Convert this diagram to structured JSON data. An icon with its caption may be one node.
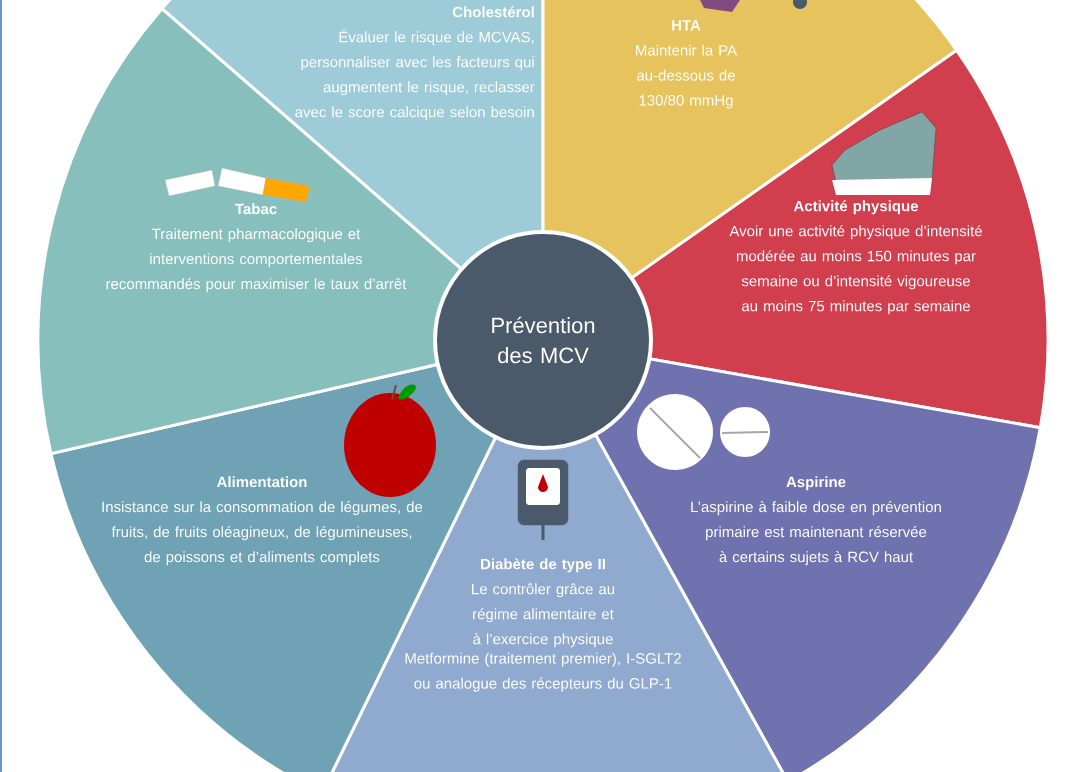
{
  "diagram": {
    "nodes": [
      {
        "text": [
          "Prévention des MCV"
        ]
      },
      {
        "text": [
          "Cholestérol",
          "Évaluer le risque de MCVAS, personnaliser avec les facteurs qui augmentent le risque, reclasser avec le score calcique selon besoin"
        ]
      },
      {
        "text": [
          "HTA",
          "Maintenir la PA au-dessous de 130/80 mmHg"
        ]
      },
      {
        "text": [
          "Activité physique",
          "Avoir une activité physique d’intensité modérée au moins 150 minutes par semaine ou d’intensité vigoureuse au moins 75 minutes par semaine"
        ]
      },
      {
        "text": [
          "Aspirine",
          "L’aspirine à faible dose en prévention primaire est maintenant réservée à certains sujets à RCV haut"
        ]
      },
      {
        "text": [
          "Diabète de type II",
          "Le contrôler grâce au régime alimentaire et à l’exercice physique",
          "Metformine (traitement premier), I-SGLT2 ou analogue des récepteurs du GLP-1"
        ]
      },
      {
        "text": [
          "Alimentation",
          "Insistance sur la consommation de légumes, de fruits, de fruits oléagineux, de légumineuses, de poissons et d’aliments complets"
        ]
      },
      {
        "text": [
          "Tabac",
          "Traitement pharmacologique et interventions comportementales recommandés pour maximiser le taux d’arrêt"
        ]
      }
    ]
  }
}
